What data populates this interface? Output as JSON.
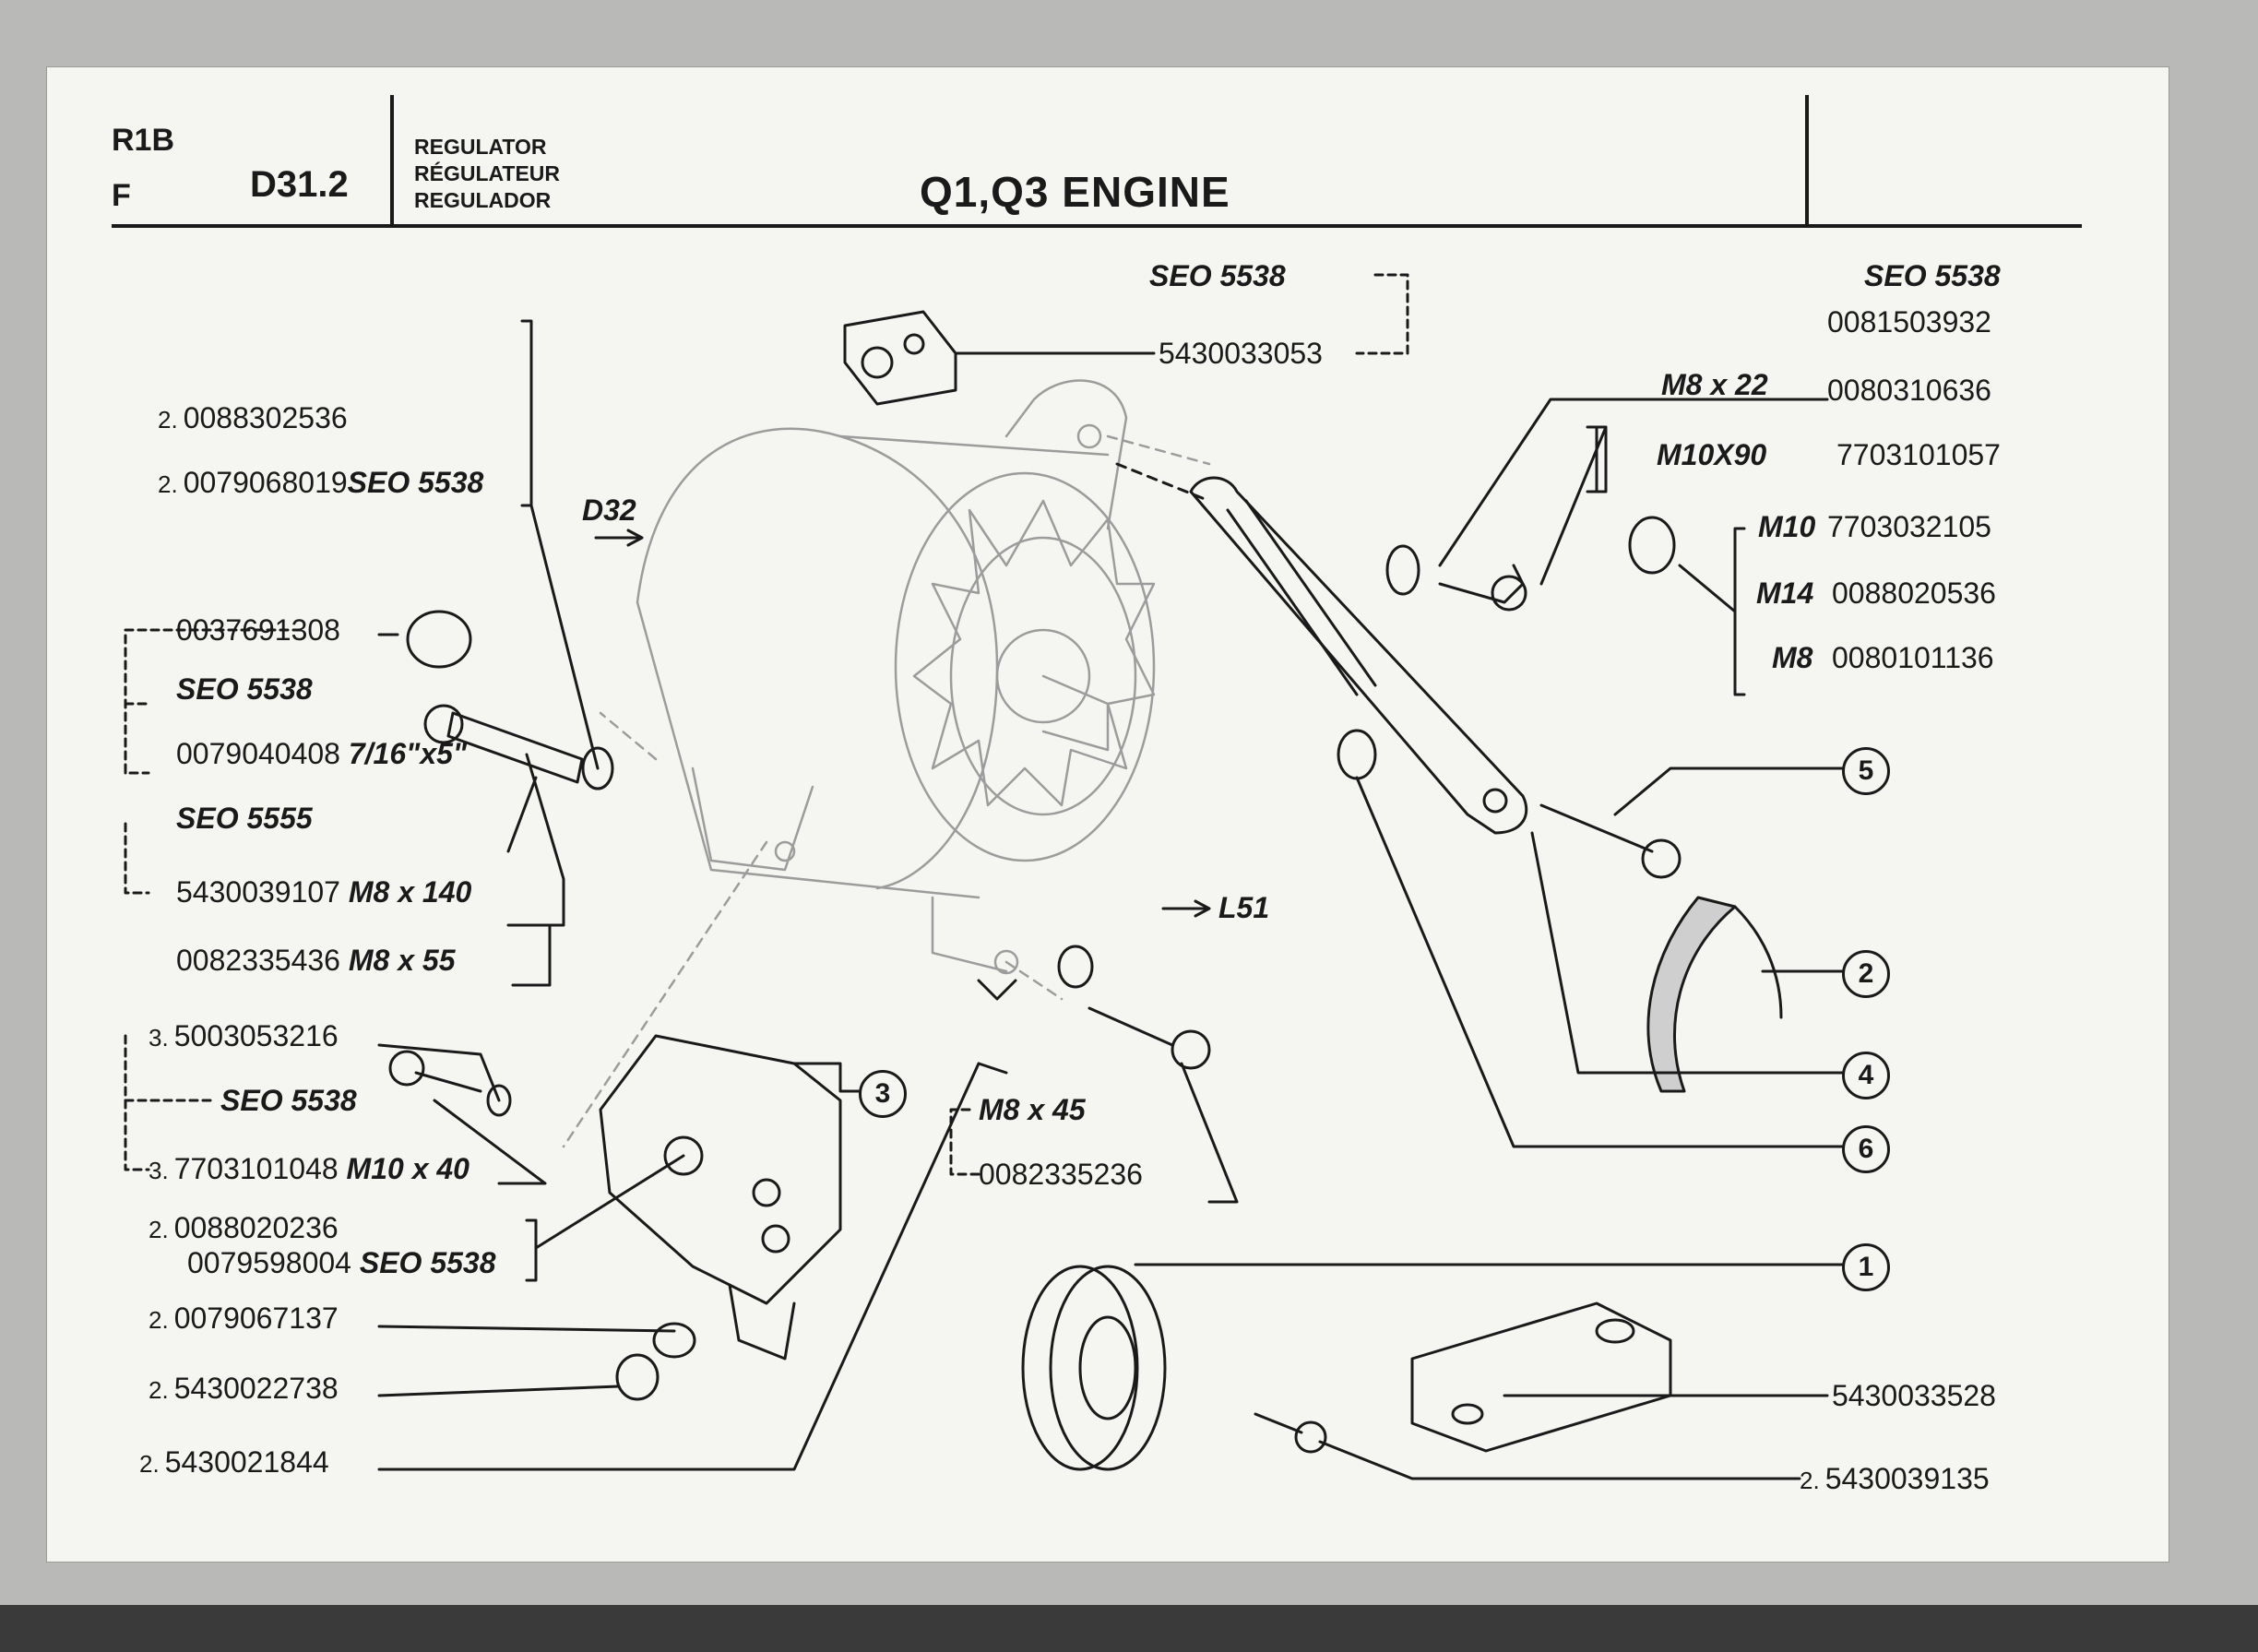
{
  "header": {
    "model": "R1B",
    "lang": "F",
    "section": "D31.2",
    "names": [
      "REGULATOR",
      "RÉGULATEUR",
      "REGULADOR"
    ],
    "title": "Q1,Q3  ENGINE"
  },
  "refs": {
    "d32": "D32",
    "l51": "L51"
  },
  "top_group": {
    "seo": "SEO 5538",
    "part": "5430033053"
  },
  "left_top": {
    "qty1": "2.",
    "part1": "0088302536",
    "qty2": "2.",
    "part2": "0079068019",
    "seo2": "SEO 5538"
  },
  "left_mid": {
    "p1": "0037691308",
    "seo": "SEO 5538",
    "p3": "0079040408",
    "size3": "7/16\"x5\"",
    "seo4": "SEO 5555",
    "p5": "5430039107",
    "size5": "M8 x 140",
    "p6": "0082335436",
    "size6": "M8 x 55"
  },
  "left_bottom": {
    "qa": "3.",
    "pa": "5003053216",
    "seo": "SEO 5538",
    "qb": "3.",
    "pb": "7703101048",
    "sizeb": "M10 x 40",
    "qc": "2.",
    "pc": "0088020236",
    "pd": "0079598004",
    "seod": "SEO 5538",
    "qe": "2.",
    "pe": "0079067137",
    "qf": "2.",
    "pf": "5430022738",
    "qg": "2.",
    "pg": "5430021844"
  },
  "center_bottom": {
    "size": "M8 x 45",
    "part": "0082335236"
  },
  "right_group": {
    "seo": "SEO 5538",
    "p1": "0081503932",
    "s2": "M8 x 22",
    "p2": "0080310636",
    "s3": "M10X90",
    "p3": "7703101057",
    "s4": "M10",
    "p4": "7703032105",
    "s5": "M14",
    "p5": "0088020536",
    "s6": "M8",
    "p6": "0080101136"
  },
  "right_bottom": {
    "p1": "5430033528",
    "q2": "2.",
    "p2": "5430039135"
  },
  "callouts": [
    "5",
    "2",
    "4",
    "6",
    "1",
    "3"
  ]
}
